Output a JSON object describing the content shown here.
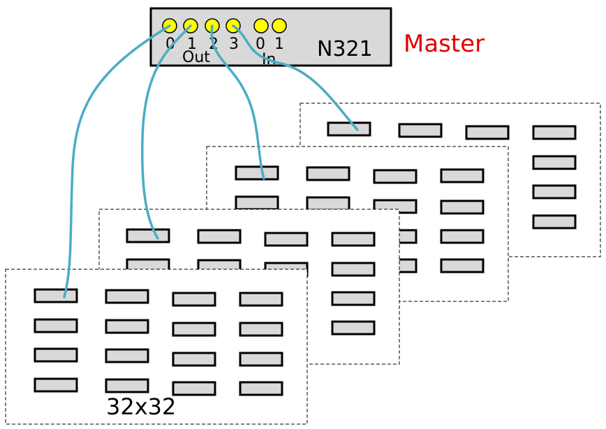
{
  "master": {
    "model": "N321",
    "role_label": "Master",
    "role_color": "#e00000",
    "box_fill": "#d9d9d9",
    "port_color": "#ffff00",
    "out_label": "Out",
    "in_label": "In",
    "out_ports": [
      "0",
      "1",
      "2",
      "3"
    ],
    "in_ports": [
      "0",
      "1"
    ]
  },
  "boards": {
    "caption": "32x32",
    "count": 4,
    "chip_fill": "#d9d9d9",
    "chip_grid": "4x4"
  },
  "cables": {
    "color": "#4bacc6",
    "links": [
      {
        "from": "Out 0",
        "to_board": 1
      },
      {
        "from": "Out 1",
        "to_board": 2
      },
      {
        "from": "Out 2",
        "to_board": 3
      },
      {
        "from": "Out 3",
        "to_board": 4
      }
    ]
  }
}
